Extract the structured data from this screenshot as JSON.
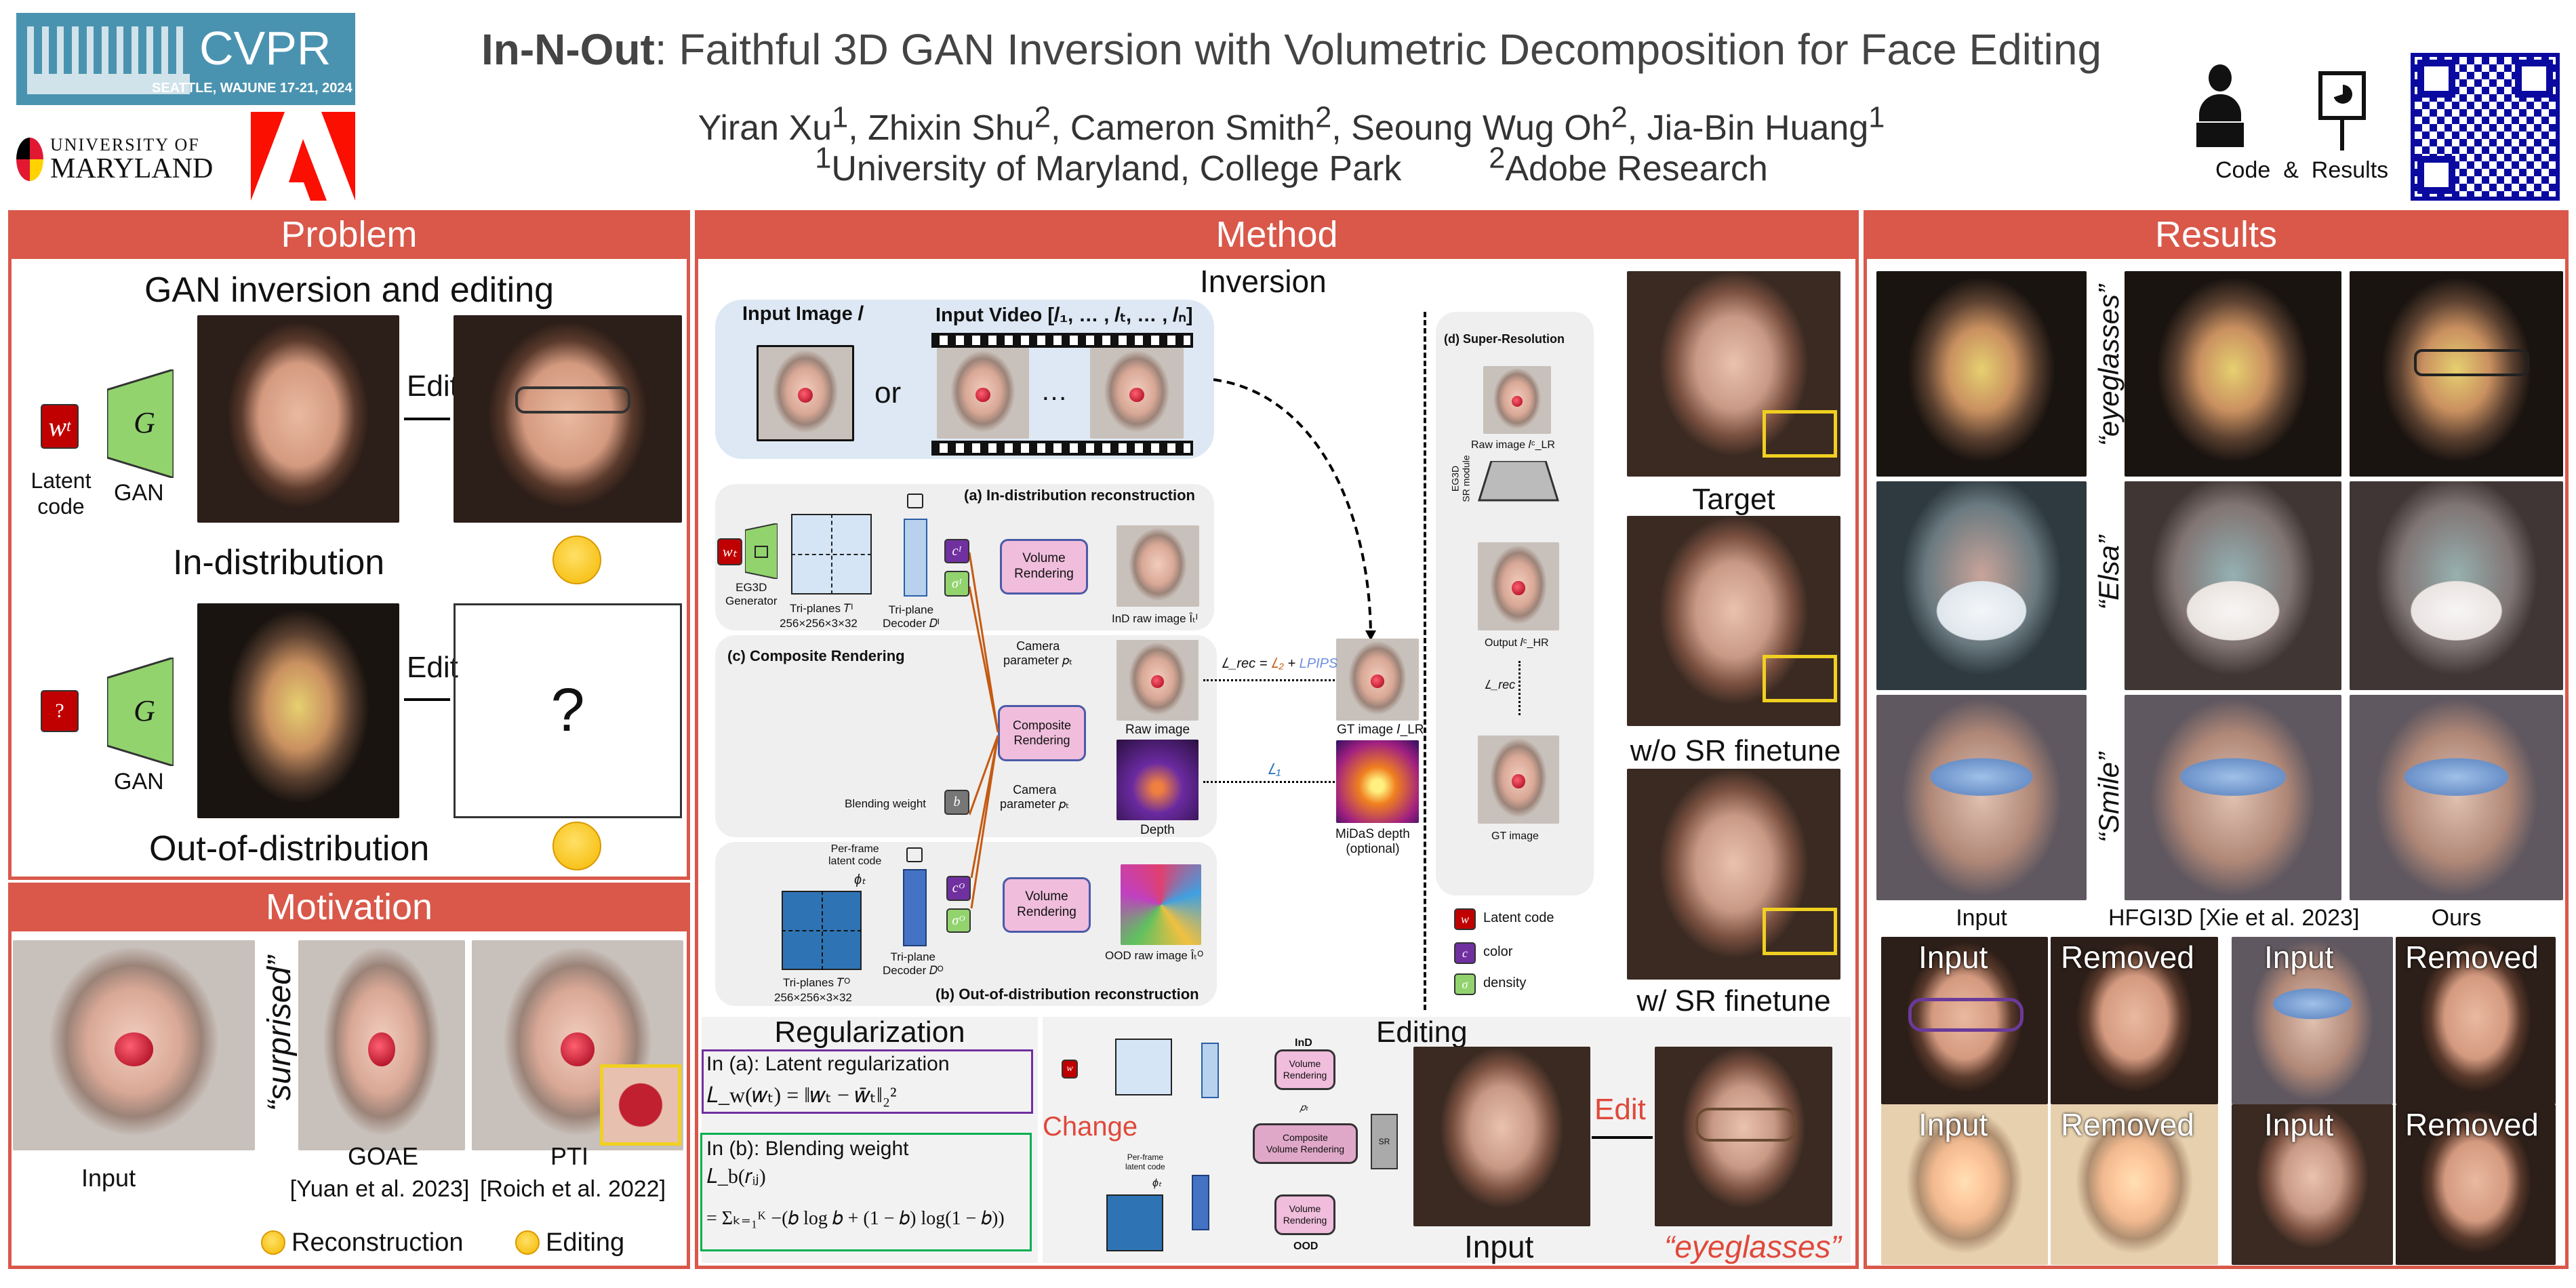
{
  "header": {
    "conference_logo": {
      "name": "CVPR",
      "location": "SEATTLE, WA",
      "dates": "JUNE 17-21, 2024",
      "color": "#4a93b0"
    },
    "university_logo": {
      "line1": "UNIVERSITY OF",
      "line2": "MARYLAND"
    },
    "company_logo": {
      "icon": "adobe-logo",
      "color": "#fa0f00"
    },
    "title_bold": "In-N-Out",
    "title_rest": ": Faithful 3D GAN Inversion with Volumetric Decomposition for Face Editing",
    "authors": [
      {
        "name": "Yiran Xu",
        "aff": "1"
      },
      {
        "name": "Zhixin Shu",
        "aff": "2"
      },
      {
        "name": "Cameron Smith",
        "aff": "2"
      },
      {
        "name": "Seoung Wug Oh",
        "aff": "2"
      },
      {
        "name": "Jia-Bin Huang",
        "aff": "1"
      }
    ],
    "affiliations": [
      {
        "num": "1",
        "name": "University of Maryland, College Park"
      },
      {
        "num": "2",
        "name": "Adobe Research"
      }
    ],
    "links": {
      "code_label": "Code",
      "amp": "&",
      "results_label": "Results",
      "code_icon": "developer-icon",
      "results_icon": "presentation-icon",
      "qr": "qr-code"
    }
  },
  "accent_color": "#d9584a",
  "problem": {
    "title": "Problem",
    "subtitle": "GAN inversion and editing",
    "latent_symbol": "w",
    "latent_sub": "t",
    "latent_label": "Latent code",
    "gan_symbol": "G",
    "gan_label": "GAN",
    "edit_label": "Edit",
    "in_dist_label": "In-distribution",
    "unknown_symbol": "?",
    "question_mark": "?",
    "out_dist_label": "Out-of-distribution",
    "emoji_happy": "smiling-face",
    "emoji_think": "thinking-face"
  },
  "motivation": {
    "title": "Motivation",
    "edit_word": "“surprised”",
    "images": [
      {
        "label": "Input"
      },
      {
        "label": "GOAE",
        "cite": "[Yuan et al. 2023]"
      },
      {
        "label": "PTI",
        "cite": "[Roich et al. 2022]"
      }
    ],
    "legend": [
      {
        "icon": "frown-face",
        "label": "Reconstruction"
      },
      {
        "icon": "frown-face",
        "label": "Editing"
      }
    ]
  },
  "method": {
    "title": "Method",
    "inversion_title": "Inversion",
    "input_image_label": "Input Image 𝐼",
    "input_video_label": "Input Video [𝐼₁, … , 𝐼ₜ, … , 𝐼ₙ]",
    "or": "or",
    "ellipsis": "…",
    "panel_a": "(a) In-distribution reconstruction",
    "panel_b": "(b) Out-of-distribution reconstruction",
    "panel_c": "(c) Composite Rendering",
    "wt": "wₜ",
    "generator": "EG3D\nGenerator",
    "triplanes_i": "Tri-planes 𝑇ᴵ",
    "triplanes_o": "Tri-planes 𝑇ᴼ",
    "triplane_dims": "256×256×3×32",
    "decoder_i": "Tri-plane\nDecoder 𝐷ᴵ",
    "decoder_o": "Tri-plane\nDecoder 𝐷ᴼ",
    "c_i": "cᴵ",
    "sigma_i": "σᴵ",
    "c_o": "cᴼ",
    "sigma_o": "σᴼ",
    "b": "b",
    "volume_rendering": "Volume\nRendering",
    "composite_rendering": "Composite\nRendering",
    "camera_param": "Camera\nparameter 𝑝ₜ",
    "blending_weight": "Blending weight",
    "per_frame": "Per-frame\nlatent code",
    "phi": "ϕₜ",
    "ind_raw": "InD raw image Îₜᴵ",
    "ood_raw": "OOD raw image Îₜᴼ",
    "raw_image": "Raw image",
    "depth": "Depth",
    "gt_image": "GT image 𝐼_LR",
    "midas": "MiDaS depth\n(optional)",
    "lrec_prefix": "𝐿_rec = ",
    "lrec_l2": "𝐿₂",
    "lrec_plus": " + ",
    "lrec_lpips": "LPIPS",
    "l1": "𝐿₁",
    "sr": {
      "title": "(d) Super-Resolution",
      "raw_label": "Raw image 𝐼ᶜ_LR",
      "module_label": "EG3D\nSR module",
      "output_label": "Output 𝐼ᶜ_HR",
      "lrec": "𝐿_rec",
      "gt_label": "GT image"
    },
    "legend": [
      {
        "symbol": "w",
        "label": "Latent code",
        "color": "#c00000"
      },
      {
        "symbol": "c",
        "label": "color",
        "color": "#7030a0"
      },
      {
        "symbol": "σ",
        "label": "density",
        "color": "#92d36e"
      }
    ],
    "sr_examples": [
      {
        "label": "Target"
      },
      {
        "label": "w/o SR finetune"
      },
      {
        "label": "w/ SR finetune"
      }
    ],
    "regularization": {
      "title": "Regularization",
      "a_title": "In (a): Latent regularization",
      "a_formula": "𝐿_w(𝑤ₜ) = ‖𝑤ₜ − 𝑤̄ₜ‖₂²",
      "b_title": "In (b): Blending weight",
      "b_formula1": "𝐿_b(𝑟ᵢⱼ)",
      "b_formula2": "= Σₖ₌₁ᴷ −(𝑏 log 𝑏 + (1 − 𝑏) log(1 − 𝑏))"
    },
    "editing": {
      "title": "Editing",
      "change": "Change",
      "ind": "InD",
      "ood": "OOD",
      "composite": "Composite\nVolume Rendering",
      "vr": "Volume\nRendering",
      "pt": "𝑝ₜ",
      "per_frame": "Per-frame\nlatent code",
      "phi": "ϕₜ",
      "sr": "SR",
      "edit": "Edit",
      "input": "Input",
      "output": "“eyeglasses”"
    }
  },
  "results": {
    "title": "Results",
    "row_labels": [
      "“eyeglasses”",
      "“Elsa”",
      "“Smile”"
    ],
    "col_labels": [
      "Input",
      "HFGI3D [Xie et al. 2023]",
      "Ours"
    ],
    "removal": {
      "input": "Input",
      "removed": "Removed"
    }
  }
}
